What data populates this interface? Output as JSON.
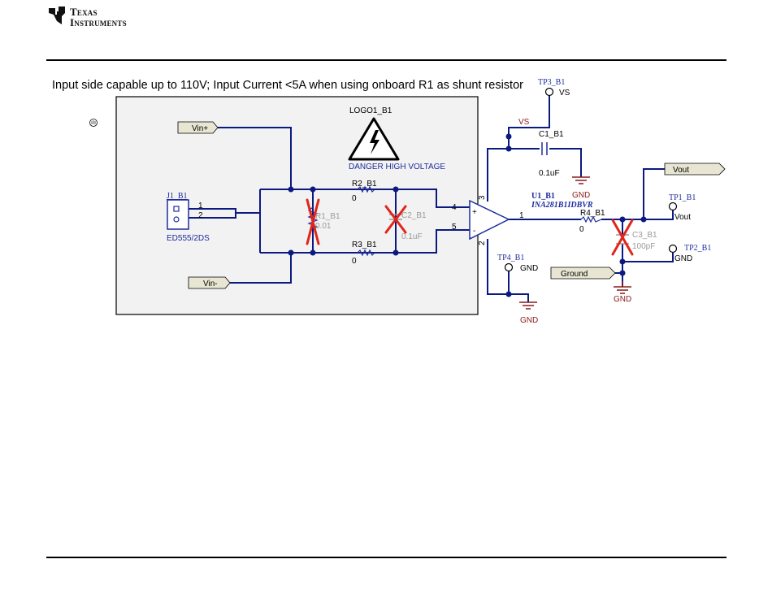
{
  "header": {
    "brand_line1": "Texas",
    "brand_line2": "Instruments",
    "logo_icon": "ti-logo-icon"
  },
  "caption": "Input side capable up to 110V; Input Current <5A when using onboard R1 as shunt resistor",
  "schematic": {
    "ports": {
      "vin_plus": "Vin+",
      "vin_minus": "Vin-",
      "vout": "Vout",
      "ground": "Ground"
    },
    "logo": {
      "ref": "LOGO1_B1",
      "text": "DANGER HIGH VOLTAGE"
    },
    "connector": {
      "ref": "J1_B1",
      "part": "ED555/2DS",
      "pin1": "1",
      "pin2": "2"
    },
    "r1": {
      "ref": "R1_B1",
      "value": "0.01"
    },
    "r2": {
      "ref": "R2_B1",
      "value": "0"
    },
    "r3": {
      "ref": "R3_B1",
      "value": "0"
    },
    "r4": {
      "ref": "R4_B1",
      "value": "0"
    },
    "c1": {
      "ref": "C1_B1",
      "value": "0.1uF"
    },
    "c2": {
      "ref": "C2_B1",
      "value": "0.1uF"
    },
    "c3": {
      "ref": "C3_B1",
      "value": "100pF"
    },
    "amp": {
      "ref": "U1_B1",
      "part": "INA281B1IDBVR",
      "pin_plus": "+",
      "pin_minus": "-",
      "pin4": "4",
      "pin5": "5",
      "pin3": "3",
      "pin2": "2",
      "pin1": "1"
    },
    "tp1": {
      "ref": "TP1_B1",
      "net": "Vout"
    },
    "tp2": {
      "ref": "TP2_B1",
      "net": "GND"
    },
    "tp3": {
      "ref": "TP3_B1",
      "net": "VS"
    },
    "tp4": {
      "ref": "TP4_B1",
      "net": "GND"
    },
    "net_vs": "VS",
    "gnd_label": "GND"
  }
}
